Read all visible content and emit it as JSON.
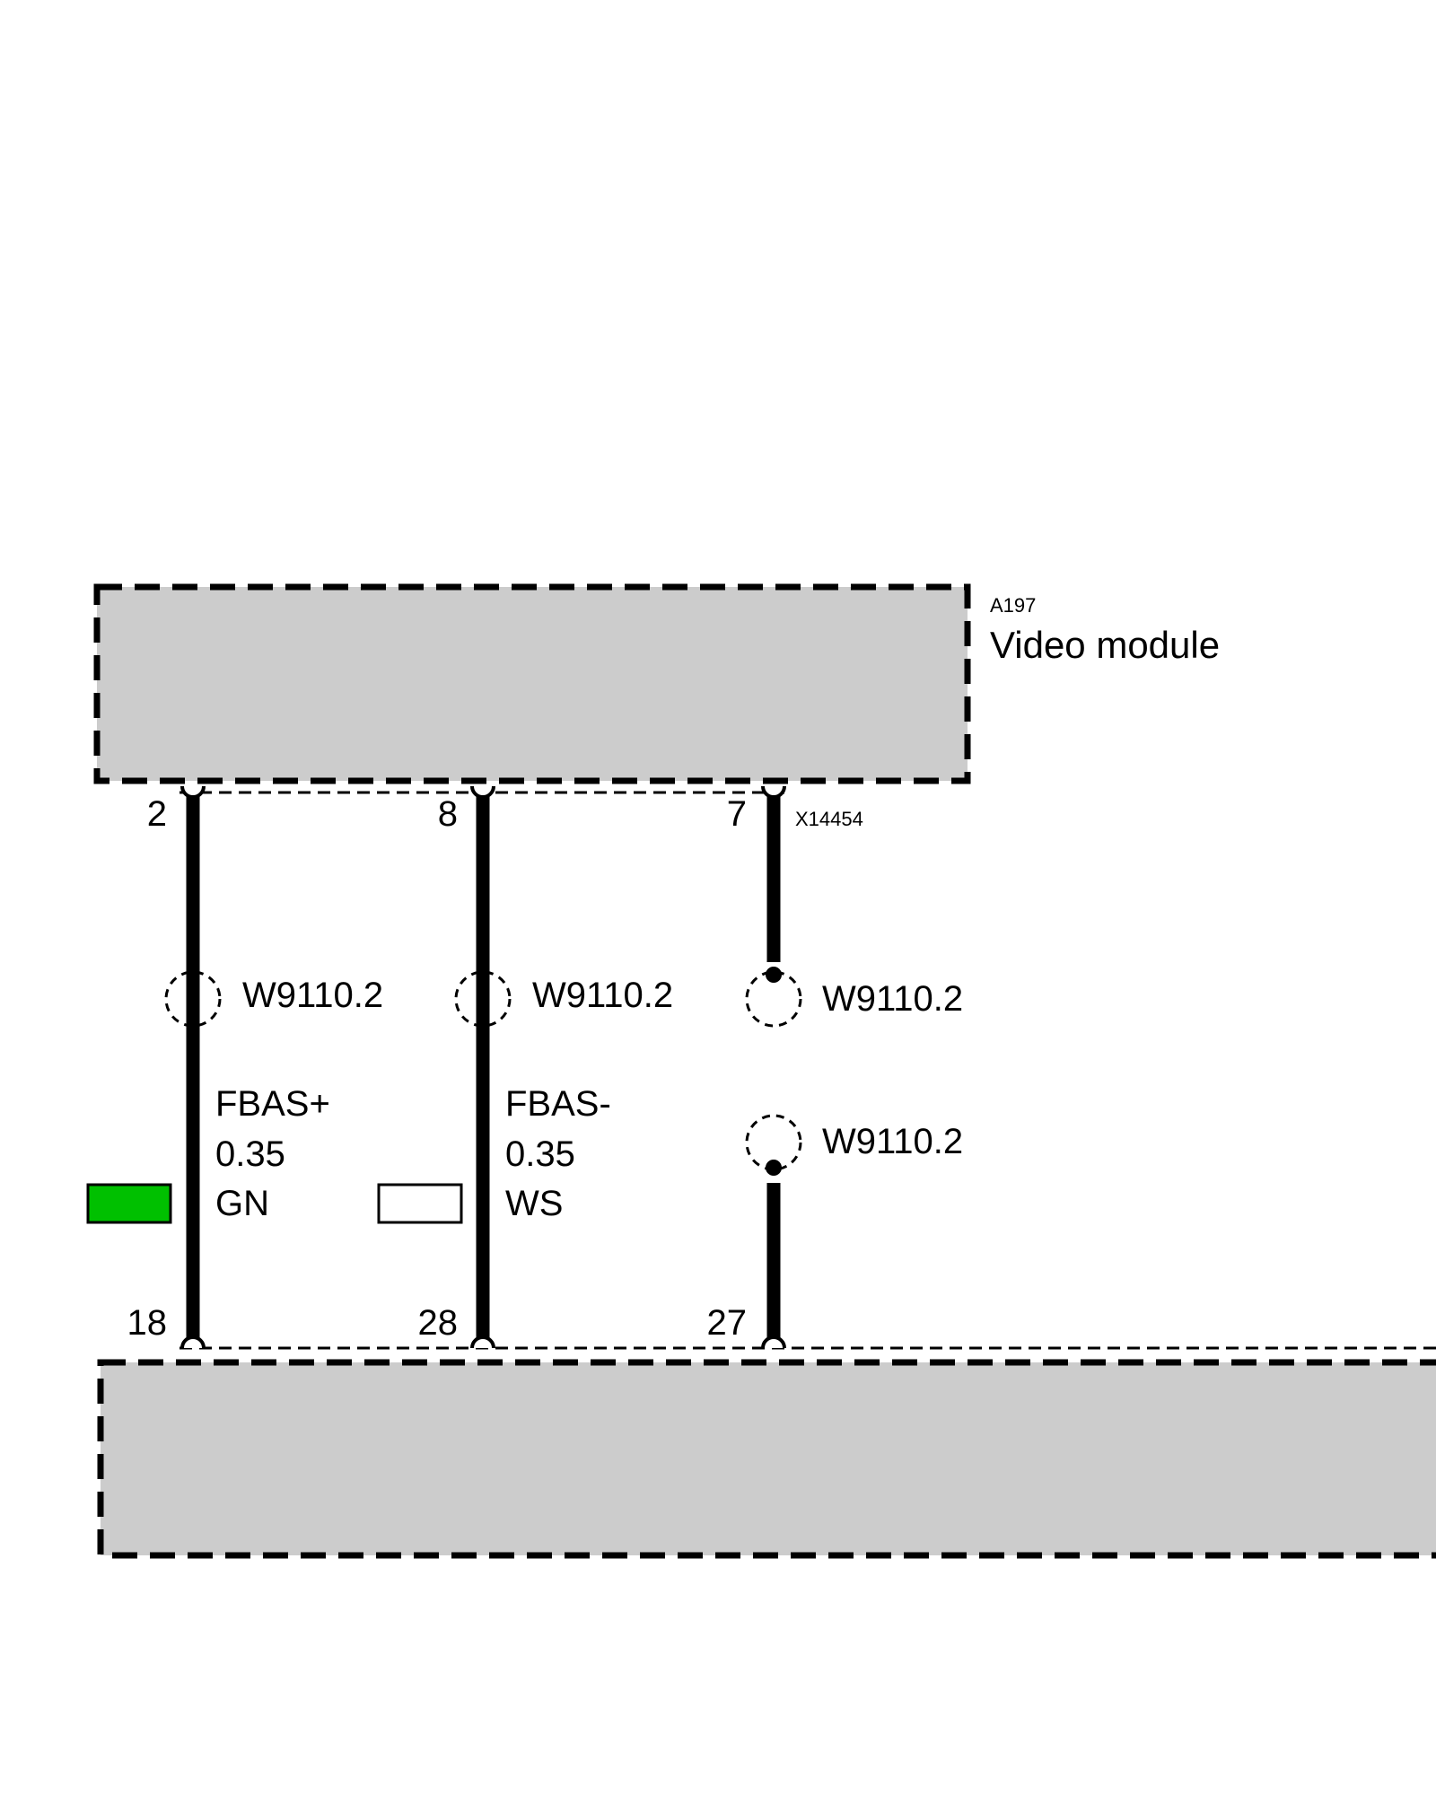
{
  "colors": {
    "module_fill": "#cccccc",
    "wire_green": "#00c000",
    "wire_white": "#ffffff"
  },
  "module_top": {
    "id": "A197",
    "name": "Video module"
  },
  "connector": {
    "id": "X14454"
  },
  "pins_top": [
    "2",
    "8",
    "7"
  ],
  "pins_bottom": [
    "18",
    "28",
    "27"
  ],
  "shield_label": "W9110.2",
  "wires": [
    {
      "signal": "FBAS+",
      "size": "0.35",
      "color_code": "GN"
    },
    {
      "signal": "FBAS-",
      "size": "0.35",
      "color_code": "WS"
    }
  ]
}
